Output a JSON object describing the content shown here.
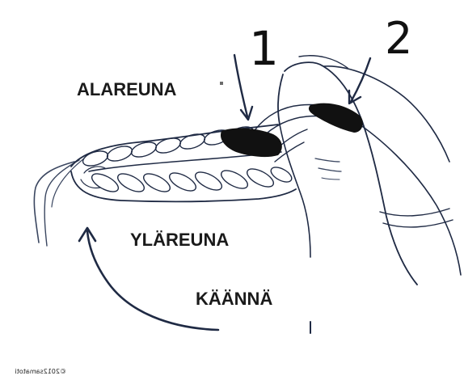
{
  "labels": {
    "lower_edge": "ALAREUNA",
    "upper_edge": "YLÄREUNA",
    "turn": "KÄÄNNÄ",
    "marker_1": "1",
    "marker_2": "2",
    "copyright": "©2012samatoti"
  },
  "icons": [
    "finger-drawing",
    "braided-edge-drawing",
    "yarn-strand",
    "arrow-down-1",
    "arrow-down-2",
    "curved-turn-arrow"
  ],
  "colors": {
    "ink": "#1f2a44",
    "marker": "#111111",
    "background": "#ffffff"
  }
}
